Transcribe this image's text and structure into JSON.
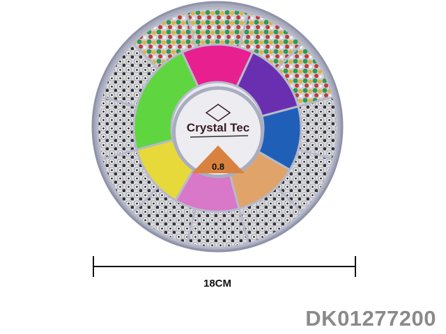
{
  "product": {
    "brand_label": "Crystal Tec",
    "cord_size": "0.8",
    "dimension_label": "18CM",
    "product_code": "DK01277200"
  },
  "colors": {
    "pink": "#e8208f",
    "purple": "#6a2fb0",
    "blue": "#1f5fb8",
    "multicolor": "#e0a46a",
    "tools": "#d977c8",
    "yellow": "#e8d93a",
    "green": "#5fd640",
    "label_orange": "#d9823f"
  }
}
